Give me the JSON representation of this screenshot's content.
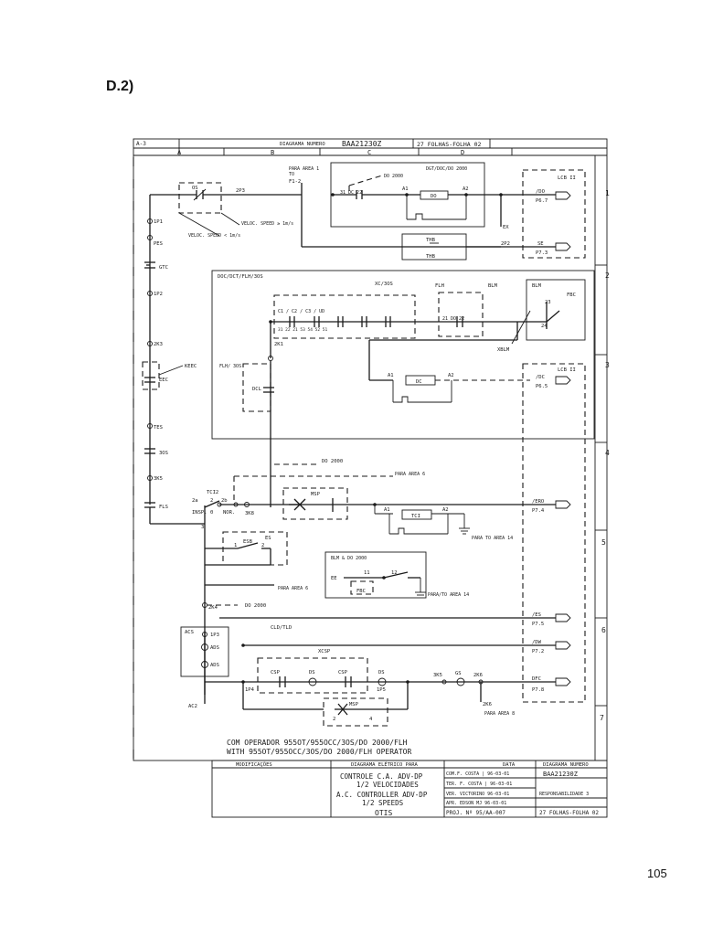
{
  "page": {
    "heading": "D.2)",
    "page_number": "105"
  },
  "title_strip": {
    "sheet_id": "A-3",
    "diagram_number_label": "DIAGRAMA NUMERO",
    "diagram_number": "BAA21230Z",
    "sheet_info": "27 FOLHAS-FOLHA 02",
    "columns": [
      "A",
      "B",
      "C",
      "D"
    ],
    "rows": [
      "1",
      "2",
      "3",
      "4",
      "5",
      "6",
      "7"
    ]
  },
  "labels": {
    "para_area1": "PARA AREA 1",
    "to": "TO",
    "f1_2": "F1-2",
    "os": "OS",
    "p2p3": "2P3",
    "veloc_speed_high": "VELOC. SPEED ≥ 1m/s",
    "veloc_speed_low": "VELOC. SPEED < 1m/s",
    "p1p1": "1P1",
    "pes": "PES",
    "gtc": "GTC",
    "p1p2": "1P2",
    "k2k3": "2K3",
    "keec": "KEEC",
    "eec": "EEC",
    "tes": "TES",
    "sos": "3OS",
    "k3k5": "3K5",
    "fls": "FLS",
    "box_dgt_title": "DGT/DOC/DO 2000",
    "do2000": "DO 2000",
    "dc_31_22": "31 DC 22",
    "a1": "A1",
    "a2": "A2",
    "do": "DO",
    "ex": "EX",
    "thb": "THB",
    "lcb2": "LCB II",
    "sig_do": "/DO",
    "sig_do_pin": "P6.7",
    "sig_se": "SE",
    "sig_se_pin": "P7.3",
    "p2p2": "2P2",
    "box_doc_title": "DOC/DCT/FLH/3OS",
    "xc_3os": "XC/3OS",
    "flh": "FLH",
    "blm": "BLM",
    "fbc": "FBC",
    "c_contacts": "C1 / C2 / C3 / UD",
    "contact_nums": "31 22 21 53 54 52 51",
    "do_21_22": "21 DO 22",
    "n23": "23",
    "n24": "24",
    "k2k1": "2K1",
    "flh_3os": "FLH/ 3OS",
    "dcl": "DCL",
    "xblm": "XBLM",
    "dc": "DC",
    "sig_dc": "/DC",
    "sig_dc_pin": "P6.5",
    "para_area6": "PARA AREA 6",
    "tci2": "TCI2",
    "insp": "INSP.",
    "nor": "NOR.",
    "n2a": "2a",
    "n2": "2",
    "n2b": "2b",
    "n0": "0",
    "k3k8": "3K8",
    "msp": "MSP",
    "tci": "TCI",
    "para_area14": "PARA TO AREA 14",
    "sig_ero": "/ERO",
    "sig_ero_pin": "P7.4",
    "n3": "3",
    "es": "ES",
    "esb": "ESB",
    "n1": "1",
    "blm_do2000": "BLM & DO 2000",
    "ee": "EE",
    "n11": "11",
    "n12": "12",
    "para_to_area14": "PARA/TO AREA 14",
    "k2k4": "2K4",
    "sig_es": "/ES",
    "sig_es_pin": "P7.5",
    "sig_dw": "/DW",
    "sig_dw_pin": "P7.2",
    "acs": "ACS",
    "p1p3": "1P3",
    "ads": "ADS",
    "cld_tld": "CLD/TLD",
    "xcsp": "XCSP",
    "csp": "CSP",
    "ds": "DS",
    "k3k5b": "3K5",
    "gs": "GS",
    "k2k6": "2K6",
    "dfc": "DFC",
    "sig_dfc_pin": "P7.8",
    "p1p4": "1P4",
    "p1p5": "1P5",
    "ac2": "AC2",
    "para_area8": "PARA AREA 8",
    "n4": "4"
  },
  "notes": {
    "line1": "COM OPERADOR 955OT/955OCC/3OS/DO 2000/FLH",
    "line2": "WITH 955OT/955OCC/3OS/DO 2000/FLH OPERATOR"
  },
  "title_block": {
    "modificacoes": "MODIFICAÇÕES",
    "diagrama_eletrico": "DIAGRAMA ELÉTRICO PARA",
    "data": "DATA",
    "diagrama_numero": "DIAGRAMA NUMERO",
    "title_pt": "CONTROLE C.A. ADV-DP",
    "title_pt_2": "1/2 VELOCIDADES",
    "title_en": "A.C. CONTROLLER ADV-DP",
    "title_en_2": "1/2 SPEEDS",
    "company": "OTIS",
    "drawn": "COM.F. COSTA | 96-03-01",
    "traced": "TER. F. COSTA | 96-03-01",
    "checked": "VER. VICTORINO 96-03-01",
    "approved": "APR. EDSON MJ 96-03-01",
    "project": "PROJ. Nº 95/AA-007",
    "number": "BAA21230Z",
    "responsabilidade": "RESPONSABILIDADE 3",
    "sheet": "27 FOLHAS-FOLHA 02"
  }
}
